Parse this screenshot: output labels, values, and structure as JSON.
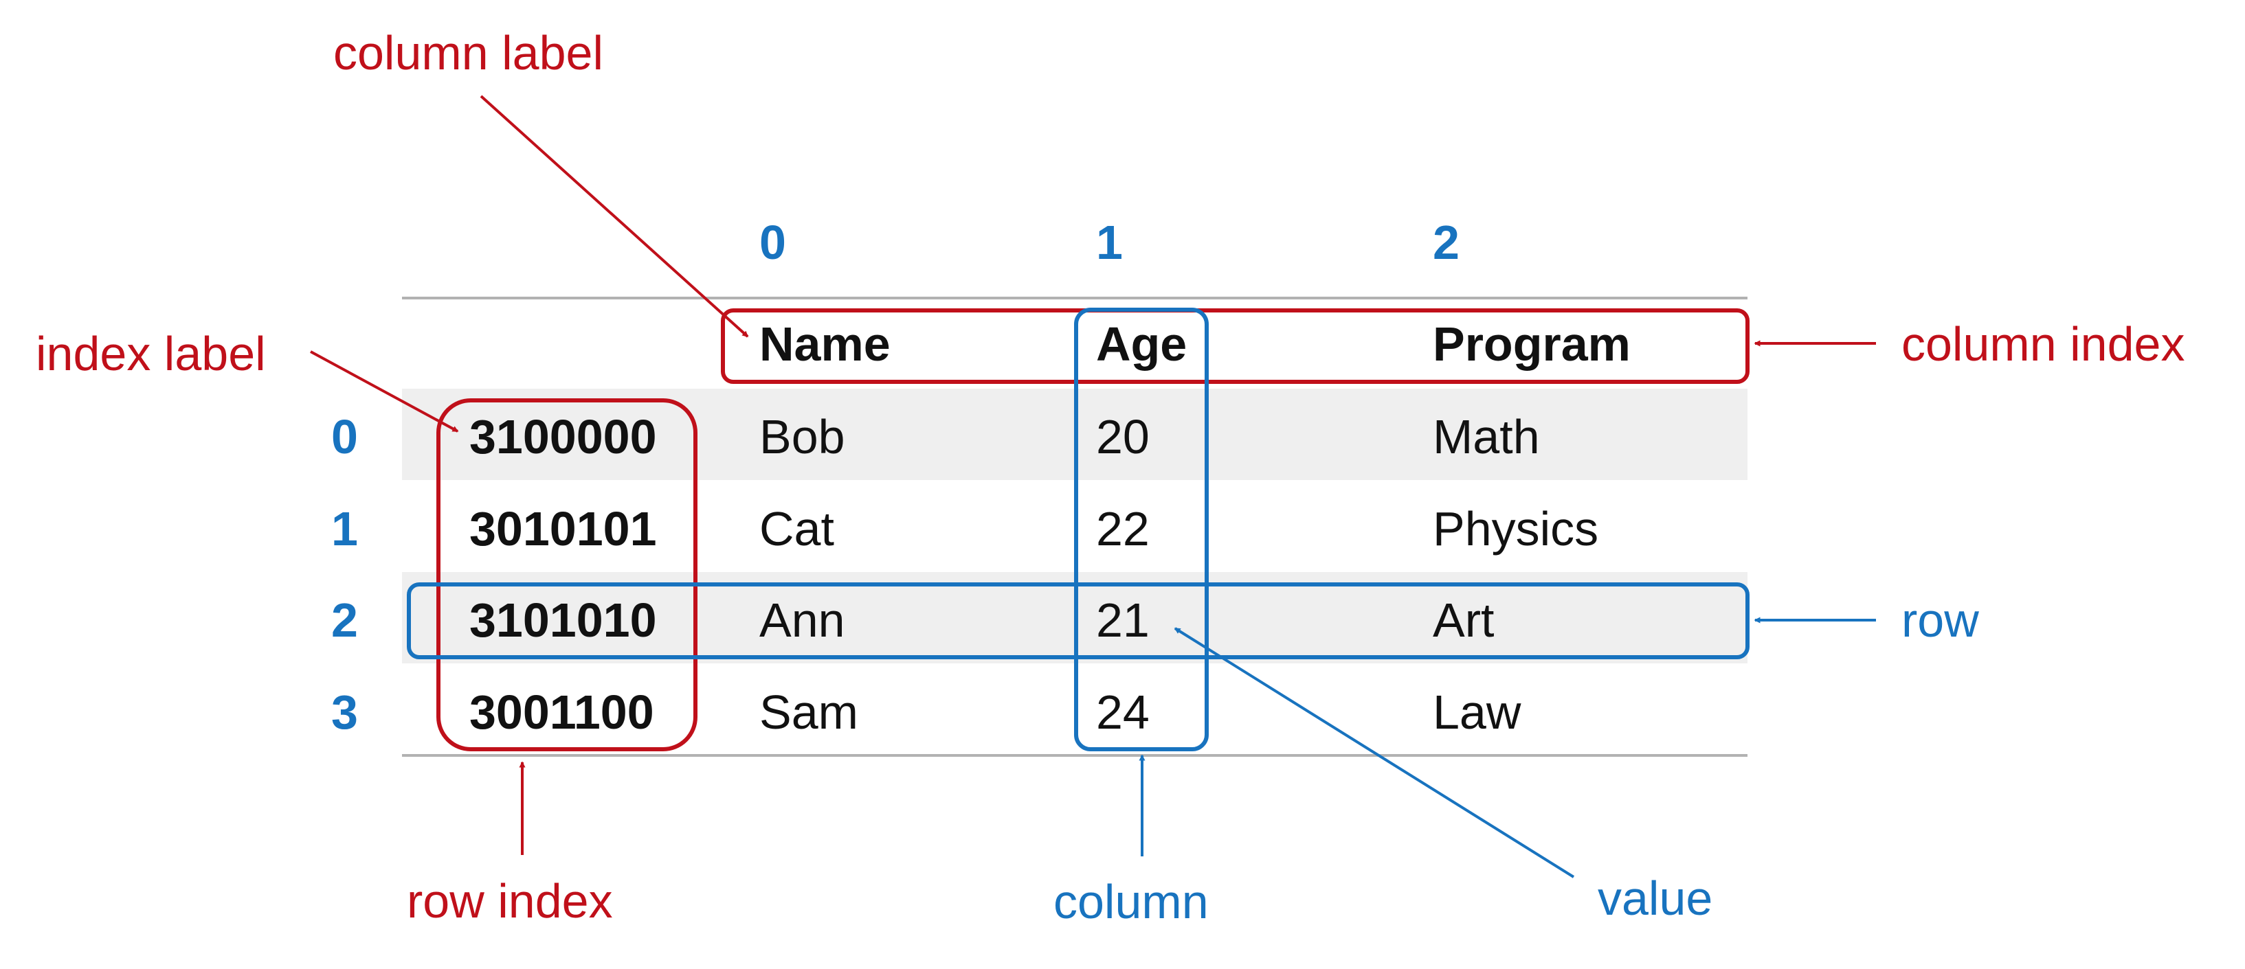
{
  "column_positions": [
    "0",
    "1",
    "2"
  ],
  "row_positions": [
    "0",
    "1",
    "2",
    "3"
  ],
  "headers": [
    "Name",
    "Age",
    "Program"
  ],
  "rows": [
    {
      "index": "3100000",
      "name": "Bob",
      "age": "20",
      "program": "Math"
    },
    {
      "index": "3010101",
      "name": "Cat",
      "age": "22",
      "program": "Physics"
    },
    {
      "index": "3101010",
      "name": "Ann",
      "age": "21",
      "program": "Art"
    },
    {
      "index": "3001100",
      "name": "Sam",
      "age": "24",
      "program": "Law"
    }
  ],
  "annotations": {
    "column_label": "column label",
    "index_label": "index label",
    "column_index": "column index",
    "row": "row",
    "row_index": "row index",
    "column": "column",
    "value": "value"
  },
  "colors": {
    "red": "#c0101a",
    "blue": "#1873bf",
    "stripe": "#efefef",
    "rule": "#b2b2b2"
  }
}
